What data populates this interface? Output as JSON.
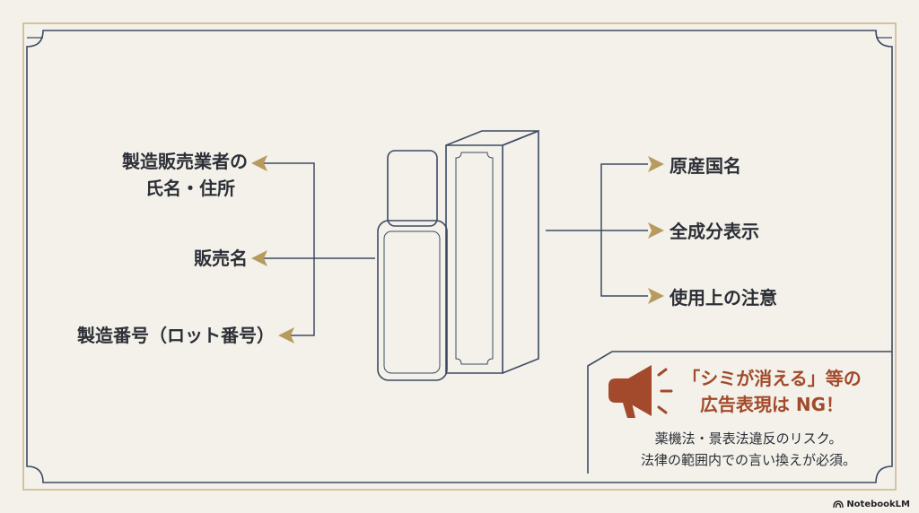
{
  "left_labels": {
    "manufacturer_line1": "製造販売業者の",
    "manufacturer_line2": "氏名・住所",
    "product_name": "販売名",
    "lot_number": "製造番号（ロット番号）"
  },
  "right_labels": {
    "origin": "原産国名",
    "ingredients": "全成分表示",
    "caution": "使用上の注意"
  },
  "warning": {
    "title_line1": "「シミが消える」等の",
    "title_line2": "広告表現は NG！",
    "body_line1": "薬機法・景表法違反のリスク。",
    "body_line2": "法律の範囲内での言い換えが必須。",
    "icon": "megaphone-icon"
  },
  "brand": {
    "name": "NotebookLM",
    "icon": "notebooklm-logo-icon"
  },
  "colors": {
    "background": "#f3f1ea",
    "frame_gold": "#c9b48a",
    "frame_navy": "#3d4a63",
    "arrow_gold": "#b79a5e",
    "accent_red": "#a24a2b",
    "text": "#2c2f36"
  }
}
